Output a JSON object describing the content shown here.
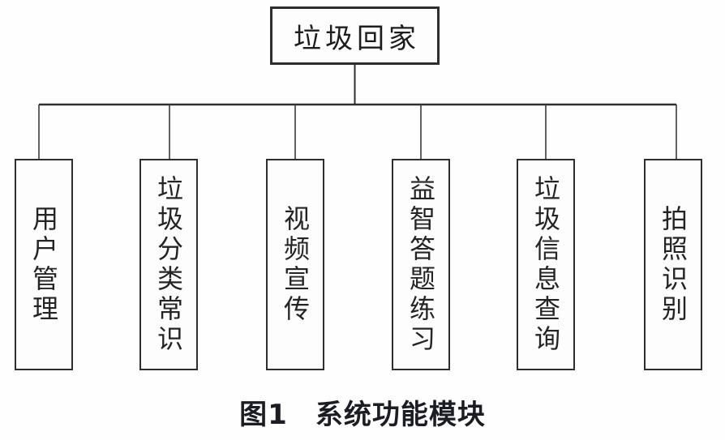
{
  "diagram": {
    "root": {
      "label": "垃圾回家"
    },
    "modules": [
      {
        "label": "用户管理"
      },
      {
        "label": "垃圾分类常识"
      },
      {
        "label": "视频宣传"
      },
      {
        "label": "益智答题练习"
      },
      {
        "label": "垃圾信息查询"
      },
      {
        "label": "拍照识别"
      }
    ],
    "caption": {
      "figure_label": "图1",
      "title": "系统功能模块"
    }
  },
  "colors": {
    "line": "#2e2e2e",
    "box_border": "#2e2e2e",
    "text": "#242424",
    "caption_text": "#1b1c24",
    "background": "#fefefe"
  }
}
